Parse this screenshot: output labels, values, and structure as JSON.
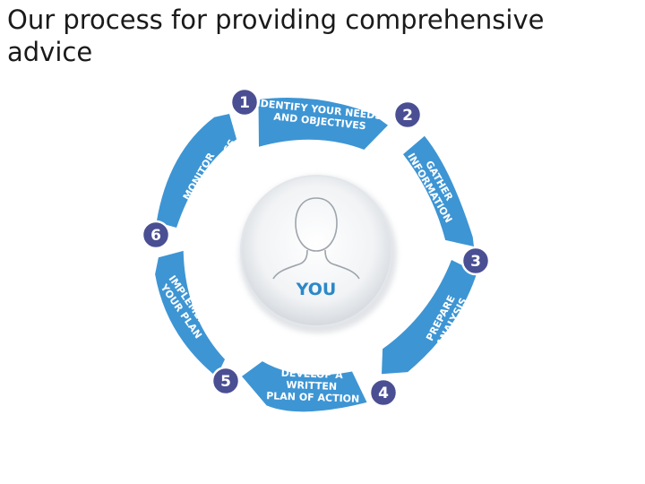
{
  "title": "Our process for providing comprehensive advice",
  "center_label": "YOU",
  "colors": {
    "segment": "#3d95d4",
    "badge": "#4a4f93",
    "center_text": "#2b88c8"
  },
  "center_icon": "person-silhouette-icon",
  "steps": [
    {
      "number": "1",
      "lines": [
        "IDENTIFY YOUR NEEDS",
        "AND OBJECTIVES"
      ]
    },
    {
      "number": "2",
      "lines": [
        "GATHER",
        "INFORMATION"
      ]
    },
    {
      "number": "3",
      "lines": [
        "PREPARE",
        "ANALYSIS"
      ]
    },
    {
      "number": "4",
      "lines": [
        "DEVELOP A",
        "WRITTEN",
        "PLAN OF ACTION"
      ]
    },
    {
      "number": "5",
      "lines": [
        "IMPLEMENT",
        "YOUR PLAN"
      ]
    },
    {
      "number": "6",
      "lines": [
        "MONITOR",
        "YOUR PROGRESS"
      ]
    }
  ]
}
